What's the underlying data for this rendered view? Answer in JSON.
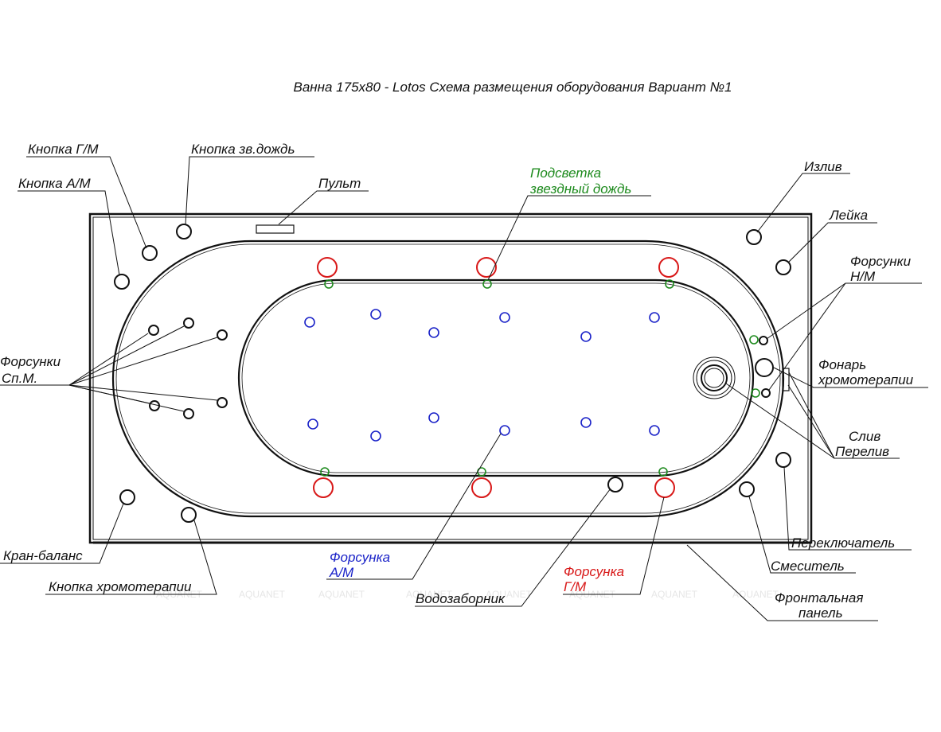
{
  "title": "Ванна 175х80 - Lotos Схема размещения оборудования Вариант №1",
  "colors": {
    "outline": "#111111",
    "ga_jets": "#d81818",
    "aerojets": "#1a22c8",
    "star_rain": "#1d8a1d",
    "watermark": "#e6e6e6"
  },
  "labels": {
    "knopka_gm": "Кнопка Г/М",
    "knopka_am": "Кнопка А/М",
    "knopka_zv_dozhd": "Кнопка зв.дождь",
    "pult": "Пульт",
    "podsvetka_1": "Подсветка",
    "podsvetka_2": "звездный дождь",
    "izliv": "Излив",
    "leyka": "Лейка",
    "forsunki_nm_1": "Форсунки",
    "forsunki_nm_2": "Н/М",
    "fonar_1": "Фонарь",
    "fonar_2": "хромотерапии",
    "sliv": "Слив",
    "pereliv": "Перелив",
    "forsunki_spm_1": "Форсунки",
    "forsunki_spm_2": "Сп.М.",
    "kran_balans": "Кран-баланс",
    "knopka_hromo": "Кнопка хромотерапии",
    "forsunka_am_1": "Форсунка",
    "forsunka_am_2": "А/М",
    "vodozabornik": "Водозаборник",
    "forsunka_gm_1": "Форсунка",
    "forsunka_gm_2": "Г/М",
    "pereklyuchatel": "Переключатель",
    "smesitel": "Смеситель",
    "frontal_1": "Фронтальная",
    "frontal_2": "панель"
  },
  "watermark": "AQUANET"
}
